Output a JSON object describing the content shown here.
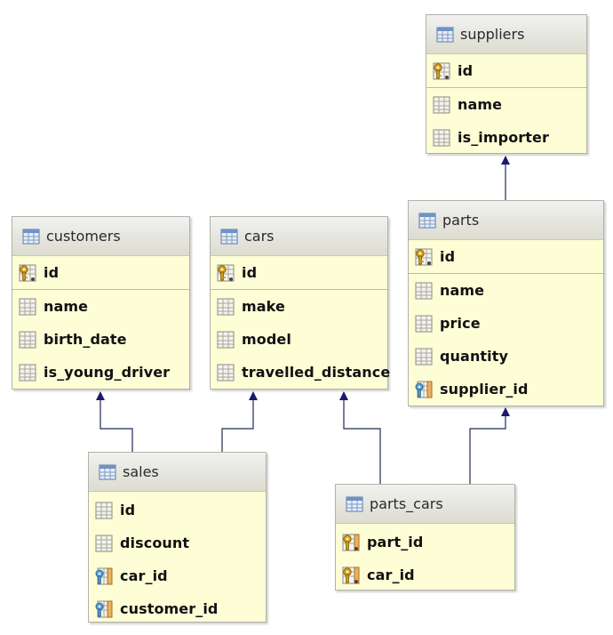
{
  "tables": {
    "suppliers": {
      "name": "suppliers",
      "pk": {
        "name": "id",
        "icon": "primary-key-icon"
      },
      "columns": [
        {
          "name": "name",
          "icon": "column-icon"
        },
        {
          "name": "is_importer",
          "icon": "column-icon"
        }
      ]
    },
    "customers": {
      "name": "customers",
      "pk": {
        "name": "id",
        "icon": "primary-key-icon"
      },
      "columns": [
        {
          "name": "name",
          "icon": "column-icon"
        },
        {
          "name": "birth_date",
          "icon": "column-icon"
        },
        {
          "name": "is_young_driver",
          "icon": "column-icon"
        }
      ]
    },
    "cars": {
      "name": "cars",
      "pk": {
        "name": "id",
        "icon": "primary-key-icon"
      },
      "columns": [
        {
          "name": "make",
          "icon": "column-icon"
        },
        {
          "name": "model",
          "icon": "column-icon"
        },
        {
          "name": "travelled_distance",
          "icon": "column-icon"
        }
      ]
    },
    "parts": {
      "name": "parts",
      "pk": {
        "name": "id",
        "icon": "primary-key-icon"
      },
      "columns": [
        {
          "name": "name",
          "icon": "column-icon"
        },
        {
          "name": "price",
          "icon": "column-icon"
        },
        {
          "name": "quantity",
          "icon": "column-icon"
        },
        {
          "name": "supplier_id",
          "icon": "foreign-key-icon"
        }
      ]
    },
    "sales": {
      "name": "sales",
      "columns": [
        {
          "name": "id",
          "icon": "column-icon"
        },
        {
          "name": "discount",
          "icon": "column-icon"
        },
        {
          "name": "car_id",
          "icon": "foreign-key-icon"
        },
        {
          "name": "customer_id",
          "icon": "foreign-key-icon"
        }
      ]
    },
    "parts_cars": {
      "name": "parts_cars",
      "columns": [
        {
          "name": "part_id",
          "icon": "primary-foreign-key-icon"
        },
        {
          "name": "car_id",
          "icon": "primary-foreign-key-icon"
        }
      ]
    }
  },
  "relations": [
    {
      "from": "parts",
      "to": "suppliers"
    },
    {
      "from": "sales",
      "to": "customers"
    },
    {
      "from": "sales",
      "to": "cars"
    },
    {
      "from": "parts_cars",
      "to": "cars"
    },
    {
      "from": "parts_cars",
      "to": "parts"
    }
  ],
  "colors": {
    "table_bg": "#fdfdd6",
    "arrow": "#1a1a6e",
    "line": "#1e2a55"
  }
}
